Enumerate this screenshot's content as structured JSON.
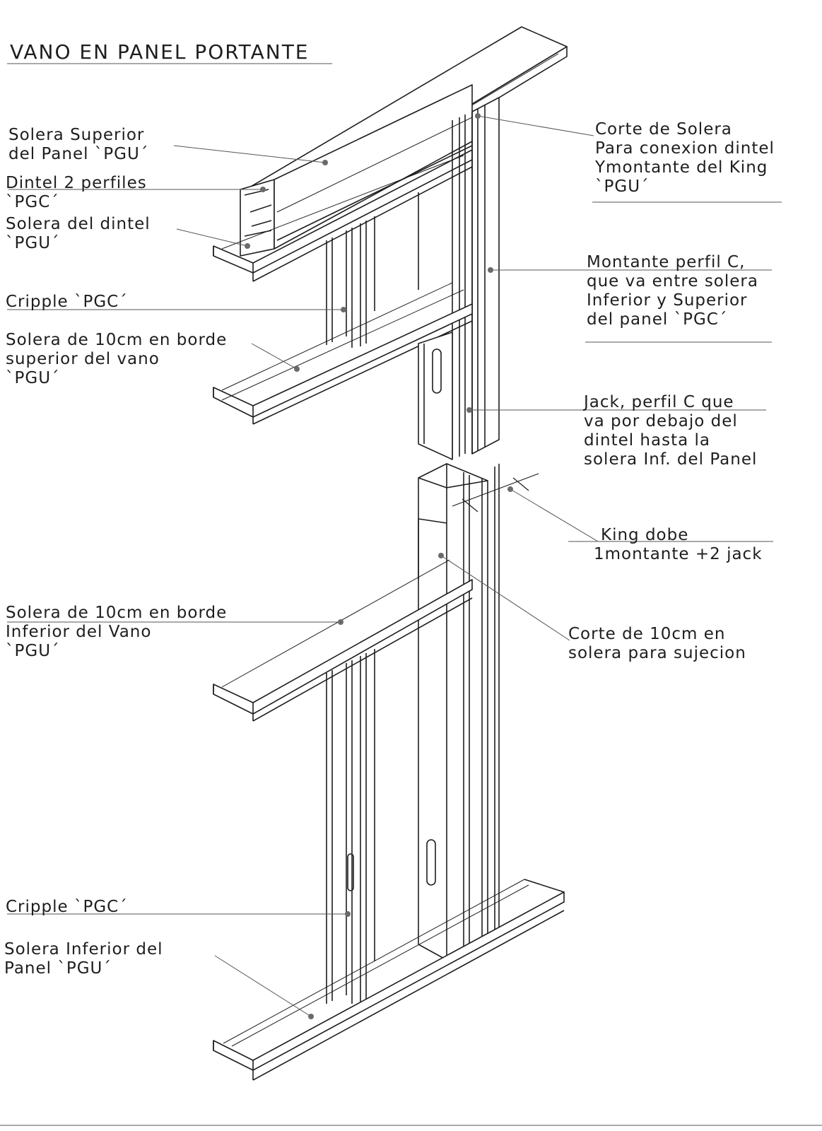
{
  "title": "VANO EN PANEL PORTANTE",
  "labels_left": {
    "solera_superior": [
      "Solera Superior",
      "del Panel `PGU´"
    ],
    "dintel": [
      "Dintel 2 perfiles",
      "`PGC´"
    ],
    "solera_dintel": [
      "Solera del dintel",
      "`PGU´"
    ],
    "cripple_upper": [
      "Cripple `PGC´"
    ],
    "solera_borde_superior": [
      "Solera de 10cm en borde",
      "superior del vano",
      "`PGU´"
    ],
    "solera_borde_inferior": [
      "Solera de 10cm en borde",
      "Inferior del Vano",
      "`PGU´"
    ],
    "cripple_lower": [
      "Cripple `PGC´"
    ],
    "solera_inferior": [
      "Solera Inferior del",
      "Panel `PGU´"
    ]
  },
  "labels_right": {
    "corte_solera": [
      "Corte de Solera",
      "Para conexion dintel",
      "Ymontante del King",
      "`PGU´"
    ],
    "montante": [
      "Montante perfil C,",
      "que va entre solera",
      "Inferior y Superior",
      "del panel `PGC´"
    ],
    "jack": [
      "Jack, perfil C que",
      "va por debajo del",
      "dintel hasta la",
      "solera Inf. del Panel"
    ],
    "king": [
      "King dobe",
      "1montante +2 jack"
    ],
    "corte_10cm": [
      "Corte de 10cm en",
      "solera para sujecion"
    ]
  },
  "colors": {
    "ink": "#1e1e1e",
    "leader": "#555555",
    "paper": "#ffffff"
  }
}
